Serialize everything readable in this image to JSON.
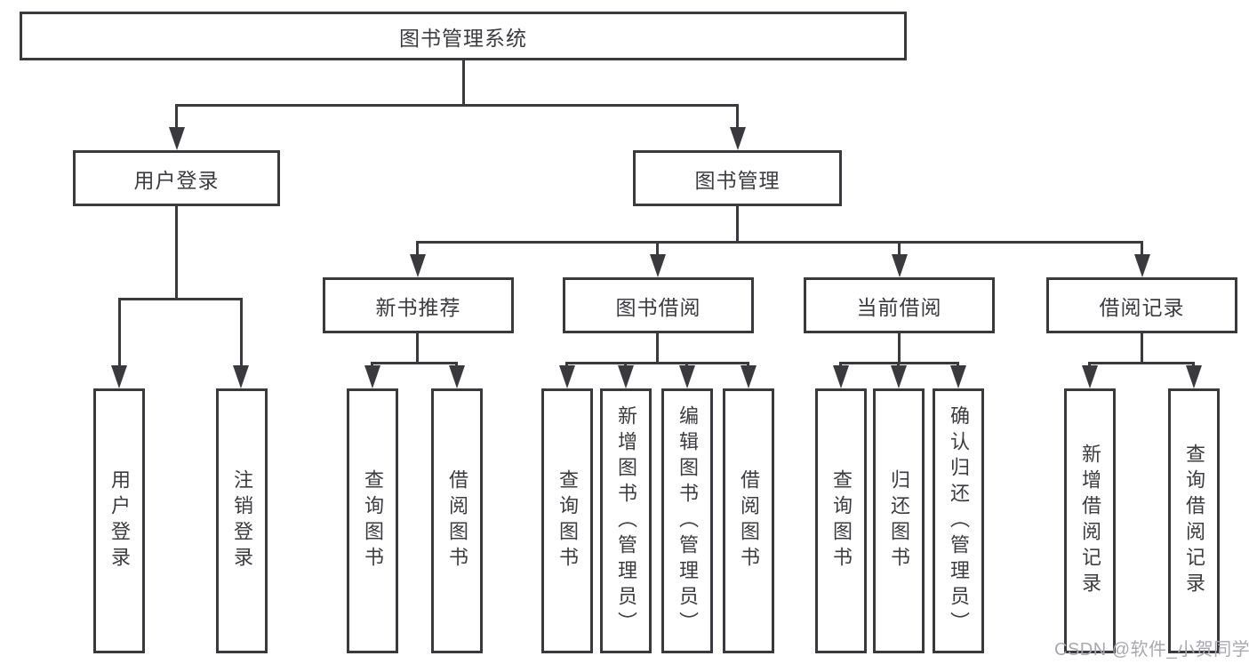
{
  "title": "图书管理系统",
  "colors": {
    "line": "#3a3a3e",
    "text": "#3c3c40",
    "background": "#ffffff",
    "watermark": "#a8a8b0"
  },
  "watermark": {
    "text": "CSDN @软件_小贺同学"
  },
  "nodes": {
    "root": {
      "label": "图书管理系统"
    },
    "level2": [
      {
        "label": "用户登录"
      },
      {
        "label": "图书管理"
      }
    ],
    "level3": [
      {
        "label": "新书推荐"
      },
      {
        "label": "图书借阅"
      },
      {
        "label": "当前借阅"
      },
      {
        "label": "借阅记录"
      }
    ],
    "leaves": {
      "userLogin": [
        {
          "label": "用户登录"
        },
        {
          "label": "注销登录"
        }
      ],
      "newBooks": [
        {
          "label": "查询图书"
        },
        {
          "label": "借阅图书"
        }
      ],
      "bookBorrow": [
        {
          "label": "查询图书"
        },
        {
          "label": "新增图书（管理员）"
        },
        {
          "label": "编辑图书（管理员）"
        },
        {
          "label": "借阅图书"
        }
      ],
      "currentBorrow": [
        {
          "label": "查询图书"
        },
        {
          "label": "归还图书"
        },
        {
          "label": "确认归还（管理员）"
        }
      ],
      "borrowRecords": [
        {
          "label": "新增借阅记录"
        },
        {
          "label": "查询借阅记录"
        }
      ]
    }
  }
}
